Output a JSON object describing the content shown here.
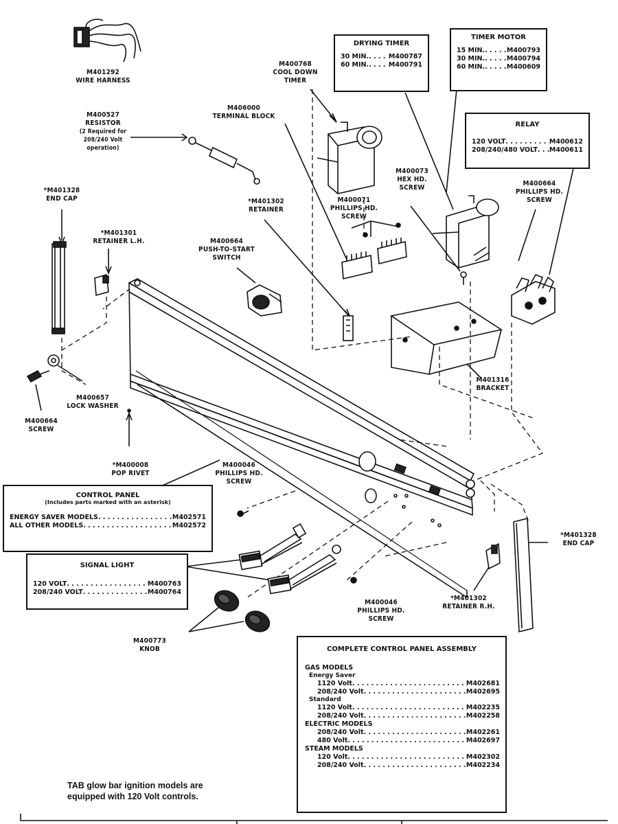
{
  "callouts": {
    "wire_harness": [
      "M401292",
      "WIRE HARNESS"
    ],
    "resistor": [
      "M400527",
      "RESISTOR",
      "(2 Required for",
      "208/240 Volt",
      "operation)"
    ],
    "cool_down_timer": [
      "M400768",
      "COOL DOWN",
      "TIMER"
    ],
    "terminal_block": [
      "M406000",
      "TERMINAL BLOCK"
    ],
    "end_cap_left": [
      "*M401328",
      "END CAP"
    ],
    "retainer_lh": [
      "*M401301",
      "RETAINER L.H."
    ],
    "push_to_start": [
      "M400664",
      "PUSH-TO-START",
      "SWITCH"
    ],
    "retainer": [
      "*M401302",
      "RETAINER"
    ],
    "phillips_screw_top": [
      "M400071",
      "PHILLIPS HD.",
      "SCREW"
    ],
    "hex_screw": [
      "M400073",
      "HEX HD.",
      "SCREW"
    ],
    "phillips_screw_relay": [
      "M400664",
      "PHILLIPS HD.",
      "SCREW"
    ],
    "bracket": [
      "M401316",
      "BRACKET"
    ],
    "lock_washer": [
      "M400657",
      "LOCK WASHER"
    ],
    "screw_left": [
      "M400664",
      "SCREW"
    ],
    "pop_rivet": [
      "*M400008",
      "POP RIVET"
    ],
    "phillips_screw_mid": [
      "M400046",
      "PHILLIPS HD.",
      "SCREW"
    ],
    "end_cap_right": [
      "*M401328",
      "END CAP"
    ],
    "retainer_rh": [
      "*M401302",
      "RETAINER R.H."
    ],
    "phillips_screw_low": [
      "M400046",
      "PHILLIPS HD.",
      "SCREW"
    ],
    "knob": [
      "M400773",
      "KNOB"
    ]
  },
  "drying_timer": {
    "title": "DRYING TIMER",
    "rows": [
      {
        "name": "30 MIN.",
        "part": "M400787"
      },
      {
        "name": "60 MIN.",
        "part": "M400791"
      }
    ]
  },
  "timer_motor": {
    "title": "TIMER MOTOR",
    "rows": [
      {
        "name": "15 MIN.",
        "part": "M400793"
      },
      {
        "name": "30 MIN.",
        "part": "M400794"
      },
      {
        "name": "60 MIN.",
        "part": "M400609"
      }
    ]
  },
  "relay": {
    "title": "RELAY",
    "rows": [
      {
        "name": "120 VOLT",
        "part": "M400612"
      },
      {
        "name": "208/240/480 VOLT",
        "part": "M400611"
      }
    ]
  },
  "control_panel": {
    "title": "CONTROL PANEL",
    "subtitle": "(Includes parts marked with an asterisk)",
    "rows": [
      {
        "name": "ENERGY SAVER MODELS",
        "part": "M402571"
      },
      {
        "name": "ALL OTHER MODELS",
        "part": "M402572"
      }
    ]
  },
  "signal_light": {
    "title": "SIGNAL LIGHT",
    "rows": [
      {
        "name": "120 VOLT",
        "part": "M400763"
      },
      {
        "name": "208/240 VOLT",
        "part": "M400764"
      }
    ]
  },
  "assembly": {
    "title": "COMPLETE CONTROL PANEL ASSEMBLY",
    "gas": "GAS MODELS",
    "energy_saver": "Energy Saver",
    "gas_es_rows": [
      {
        "name": "1120 Volt",
        "part": "M402681"
      },
      {
        "name": "208/240 Volt",
        "part": "M402695"
      }
    ],
    "standard": "Standard",
    "gas_std_rows": [
      {
        "name": "1120 Volt",
        "part": "M402235"
      },
      {
        "name": "208/240 Volt",
        "part": "M402258"
      }
    ],
    "electric": "ELECTRIC MODELS",
    "electric_rows": [
      {
        "name": "208/240 Volt",
        "part": "M402261"
      },
      {
        "name": "480 Volt",
        "part": "M402697"
      }
    ],
    "steam": "STEAM MODELS",
    "steam_rows": [
      {
        "name": "120 Volt",
        "part": "M402302"
      },
      {
        "name": "208/240 Volt",
        "part": "M402234"
      }
    ]
  },
  "note": {
    "line1": "TAB glow bar ignition models are",
    "line2": "equipped with 120 Volt controls."
  }
}
